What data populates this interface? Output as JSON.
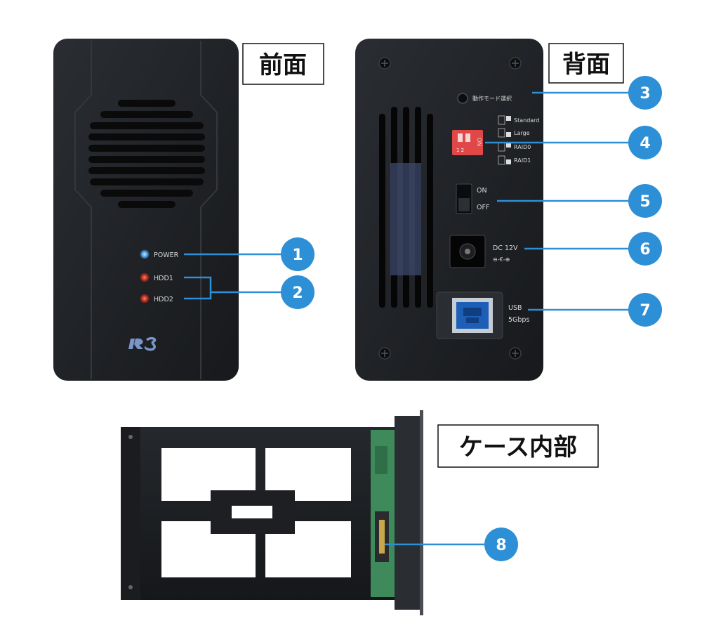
{
  "labels": {
    "front": "前面",
    "back": "背面",
    "inside": "ケース内部"
  },
  "front_panel": {
    "led_power": "POWER",
    "led_hdd1": "HDD1",
    "led_hdd2": "HDD2"
  },
  "back_panel": {
    "mode_button": "動作モード選択",
    "dip_modes": [
      "Standard",
      "Large",
      "RAID0",
      "RAID1"
    ],
    "dip_on": "ON",
    "dip_digits": "1 2",
    "switch_on": "ON",
    "switch_off": "OFF",
    "dc_label": "DC 12V",
    "dc_symbol": "⊖-€-⊕",
    "usb_label": "USB",
    "usb_speed": "5Gbps"
  },
  "callouts": [
    "1",
    "2",
    "3",
    "4",
    "5",
    "6",
    "7",
    "8"
  ],
  "colors": {
    "callout_blue": "#2d8fd6",
    "device_body": "#1f2226",
    "power_led": "#5fa9e6",
    "hdd_led": "#c83a2a",
    "dip_switch": "#e04848",
    "usb_port": "#1d5fb7"
  }
}
